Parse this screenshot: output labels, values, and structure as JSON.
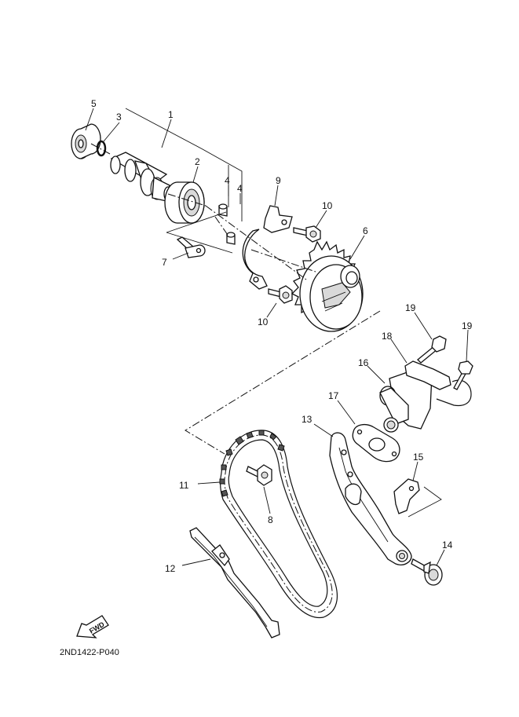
{
  "diagram": {
    "drawing_code": "2ND1422-P040",
    "fwd_label": "FWD",
    "callouts": {
      "c1": "1",
      "c2": "2",
      "c3": "3",
      "c4a": "4",
      "c4b": "4",
      "c5": "5",
      "c6": "6",
      "c7": "7",
      "c8": "8",
      "c9": "9",
      "c10a": "10",
      "c10b": "10",
      "c11": "11",
      "c12": "12",
      "c13": "13",
      "c14": "14",
      "c15": "15",
      "c16": "16",
      "c17": "17",
      "c18": "18",
      "c19a": "19",
      "c19b": "19"
    }
  }
}
